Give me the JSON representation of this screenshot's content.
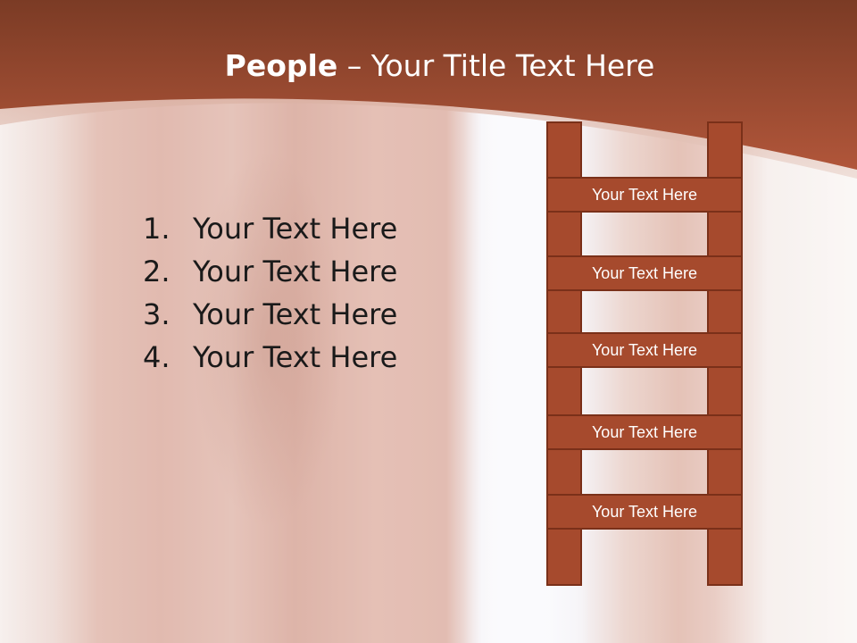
{
  "slide": {
    "title_bold": "People",
    "title_rest": " – Your Title Text Here"
  },
  "list": [
    {
      "number": "1.",
      "text": "Your Text Here"
    },
    {
      "number": "2.",
      "text": "Your Text Here"
    },
    {
      "number": "3.",
      "text": "Your Text Here"
    },
    {
      "number": "4.",
      "text": "Your Text Here"
    }
  ],
  "ladder": {
    "steps": [
      "Your Text Here",
      "Your Text Here",
      "Your Text Here",
      "Your Text Here",
      "Your Text Here"
    ]
  },
  "colors": {
    "header": "#a14a2f",
    "ladder": "#a64a2d",
    "ladder_border": "#7a3019",
    "text": "#1a1a1a"
  }
}
